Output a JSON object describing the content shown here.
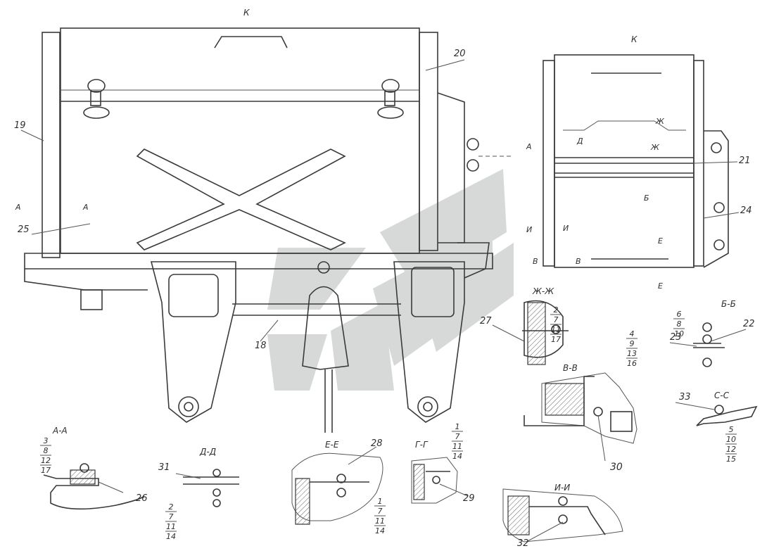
{
  "view_titles": {
    "k_top": "К",
    "k_side": "К",
    "zh_zh": "Ж-Ж",
    "b_b": "Б-Б",
    "v_v": "В-В",
    "s_s": "С-С",
    "a_a": "А-А",
    "d_d": "Д-Д",
    "e_e": "Е-Е",
    "g_g": "Г-Г",
    "i_i": "И-И"
  },
  "callouts": {
    "n19": "19",
    "n20": "20",
    "n21": "21",
    "n22": "22",
    "n23": "23",
    "n24": "24",
    "n25": "25",
    "n26": "26",
    "n27": "27",
    "n28": "28",
    "n29": "29",
    "n30": "30",
    "n31": "31",
    "n32": "32",
    "n33": "33",
    "n18": "18"
  },
  "section_marks": {
    "a_left": "А",
    "a_left2": "А",
    "d_front": "Д",
    "e_side": "Е",
    "b_side": "Б",
    "i_left": "И",
    "i_right": "И",
    "v_left": "В",
    "v_right": "В",
    "zh_side": "Ж",
    "zh_side2": "Ж",
    "a_side": "А",
    "e_bottom": "Е"
  },
  "fastener_stacks": {
    "zh": [
      "2",
      "7",
      "11",
      "17"
    ],
    "b": [
      "6",
      "8",
      "10"
    ],
    "v": [
      "4",
      "9",
      "13",
      "16"
    ],
    "s": [
      "5",
      "10",
      "12",
      "15"
    ],
    "a": [
      "3",
      "8",
      "12",
      "17"
    ],
    "d": [
      "2",
      "7",
      "11",
      "14"
    ],
    "e": [
      "1",
      "7",
      "11",
      "14"
    ],
    "g": [
      "1",
      "7",
      "11",
      "14"
    ]
  }
}
